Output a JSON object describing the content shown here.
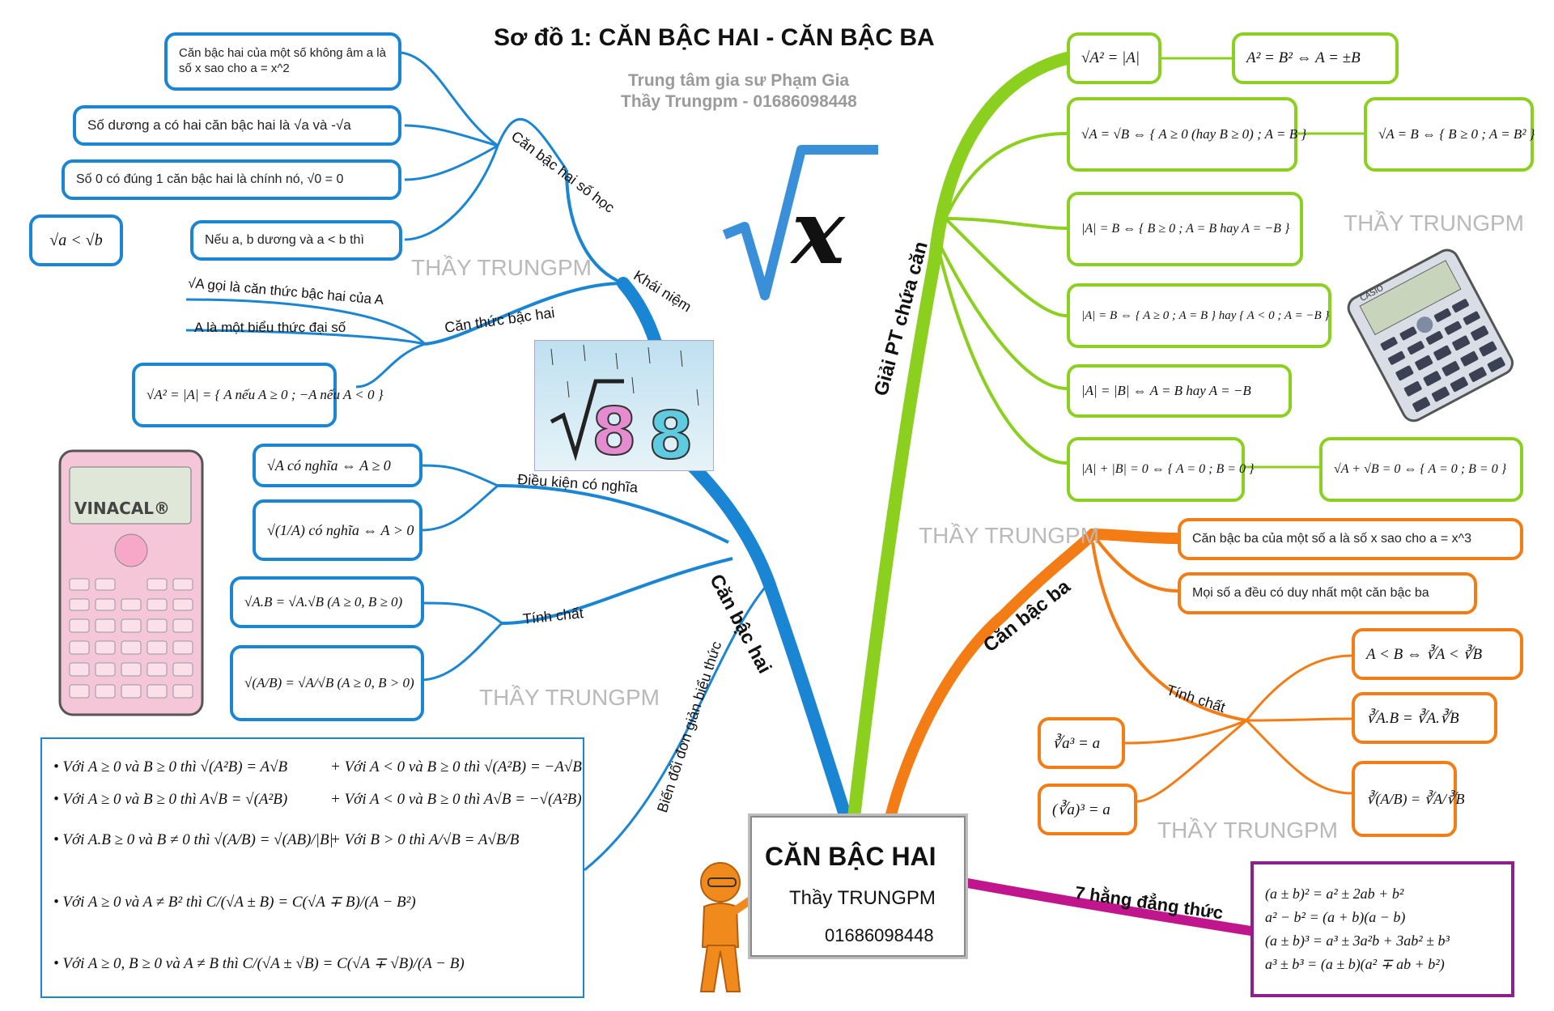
{
  "title": "Sơ đồ 1: CĂN BẬC HAI - CĂN BẬC BA",
  "subtitle_1": "Trung tâm gia sư Phạm Gia",
  "subtitle_2": "Thầy Trungpm - 01686098448",
  "center": {
    "title": "CĂN BẬC HAI",
    "teacher": "Thầy TRUNGPM",
    "phone": "01686098448"
  },
  "colors": {
    "blue": "#1a86d3",
    "green": "#8bd01f",
    "orange": "#f47c14",
    "magenta": "#c0158c",
    "purple": "#8e1f8f"
  },
  "watermark": "THẦY TRUNGPM",
  "branches": {
    "can_bac_hai": "Căn bậc hai",
    "giai_pt": "Giải PT chứa căn",
    "can_bac_ba": "Căn bậc ba",
    "hang_dang_thuc": "7 hằng đẳng thức"
  },
  "sub_labels": {
    "khai_niem": "Khái niệm",
    "can_bac_hai_so_hoc": "Căn bậc hai số học",
    "can_thuc_bac_hai": "Căn thức bậc hai",
    "dieu_kien": "Điều kiện có nghĩa",
    "tinh_chat": "Tính chất",
    "bien_doi": "Biến đổi đơn giản biểu thức",
    "tinh_chat_ba": "Tính chất"
  },
  "left_nodes": {
    "dinh_nghia": "Căn bậc hai của một số không âm a là số x sao cho a = x^2",
    "so_duong": "Số dương a có hai căn bậc hai là √a và -√a",
    "so_0": "Số 0 có đúng 1 căn bậc hai là chính nó, √0 = 0",
    "neu_a_b": "Nếu a, b dương và a < b thì",
    "ket_qua_so_sanh": "√a < √b",
    "a_goi_la": "√A gọi là căn thức bậc hai của A",
    "a_la_bieu_thuc": "A là một biểu thức đại số",
    "can_a2": "√A² = |A| = { A nếu A ≥ 0 ; −A nếu A < 0 }",
    "co_nghia_1": "√A có nghĩa ⇔ A ≥ 0",
    "co_nghia_2": "√(1/A) có nghĩa ⇔ A > 0",
    "tinh_chat_1": "√A.B = √A.√B (A ≥ 0, B ≥ 0)",
    "tinh_chat_2": "√(A/B) = √A/√B (A ≥ 0, B > 0)"
  },
  "formula_rows": [
    "• Với A ≥ 0 và B ≥ 0 thì √(A²B) = A√B",
    "+ Với A < 0 và B ≥ 0 thì √(A²B) = −A√B",
    "• Với A ≥ 0 và B ≥ 0 thì A√B = √(A²B)",
    "+ Với A < 0 và B ≥ 0 thì A√B = −√(A²B)",
    "• Với A.B ≥ 0 và B ≠ 0 thì √(A/B) = √(AB)/|B|",
    "+ Với B > 0 thì A/√B = A√B/B",
    "• Với A ≥ 0 và A ≠ B² thì C/(√A ± B) = C(√A ∓ B)/(A − B²)",
    "• Với A ≥ 0, B ≥ 0 và A ≠ B thì C/(√A ± √B) = C(√A ∓ √B)/(A − B)"
  ],
  "green_nodes": {
    "n1": "√A² = |A|",
    "n1b": "A² = B² ⇔ A = ±B",
    "n2": "√A = √B ⇔ { A ≥ 0 (hay B ≥ 0) ; A = B }",
    "n2b": "√A = B ⇔ { B ≥ 0 ; A = B² }",
    "n3": "|A| = B ⇔ { B ≥ 0 ; A = B hay A = −B }",
    "n4": "|A| = B ⇔ { A ≥ 0 ; A = B } hay { A < 0 ; A = −B }",
    "n5": "|A| = |B| ⇔ A = B hay A = −B",
    "n6": "|A| + |B| = 0 ⇔ { A = 0 ; B = 0 }",
    "n6b": "√A + √B = 0 ⇔ { A = 0 ; B = 0 }"
  },
  "orange_nodes": {
    "dinh_nghia": "Căn bậc ba của một số a là số x sao cho a = x^3",
    "duy_nhat": "Mọi số a đều có duy nhất một căn bậc ba",
    "t1": "A < B ⇔ ∛A < ∛B",
    "t2": "∛A.B = ∛A.∛B",
    "t3": "∛(A/B) = ∛A/∛B",
    "t4": "∛a³ = a",
    "t5": "(∛a)³ = a"
  },
  "identities": [
    "(a ± b)² = a² ± 2ab + b²",
    "a² − b² = (a + b)(a − b)",
    "(a ± b)³ = a³ ± 3a²b + 3ab² ± b³",
    "a³ ± b³ = (a ± b)(a² ∓ ab + b²)"
  ],
  "pictures": {
    "sqrt_x": "√x",
    "sqrt_8": "√8",
    "vinacal_brand": "VINACAL®",
    "casio_brand": "CASIO"
  }
}
